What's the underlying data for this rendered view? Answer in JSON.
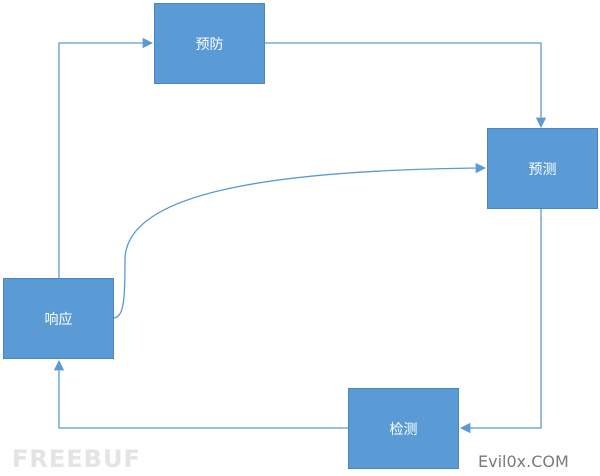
{
  "nodes": {
    "prevent": "预防",
    "predict": "预测",
    "detect": "检测",
    "respond": "响应"
  },
  "colors": {
    "node_fill": "#5b9bd5",
    "node_text": "#ffffff",
    "connector": "#5b9bd5"
  },
  "watermarks": {
    "freebuf": "FREEBUF",
    "site": "Evil0x.COM"
  }
}
